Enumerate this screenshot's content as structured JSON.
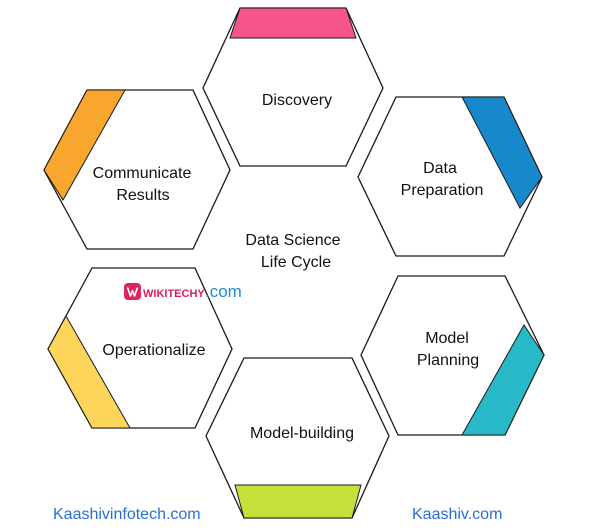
{
  "center": {
    "line1": "Data Science",
    "line2": "Life Cycle"
  },
  "stages": [
    {
      "id": "discovery",
      "line1": "Discovery",
      "line2": "",
      "color": "#f5558a"
    },
    {
      "id": "data-preparation",
      "line1": "Data",
      "line2": "Preparation",
      "color": "#1788c9"
    },
    {
      "id": "model-planning",
      "line1": "Model",
      "line2": "Planning",
      "color": "#27b9c7"
    },
    {
      "id": "model-building",
      "line1": "Model-building",
      "line2": "",
      "color": "#c6df3a"
    },
    {
      "id": "operationalize",
      "line1": "Operationalize",
      "line2": "",
      "color": "#fdd55a"
    },
    {
      "id": "communicate-results",
      "line1": "Communicate",
      "line2": "Results",
      "color": "#f9a62f"
    }
  ],
  "watermarks": {
    "logo_text": "WIKITECHY",
    "logo_suffix": ".com",
    "left": "Kaashivinfotech.com",
    "right": "Kaashiv.com"
  },
  "colors": {
    "outline": "#1a1a1a",
    "logo_badge": "#e0245e",
    "logo_text": "#d81e5b",
    "logo_suffix": "#1e8fd6",
    "watermark_text": "#2a6fd6"
  }
}
